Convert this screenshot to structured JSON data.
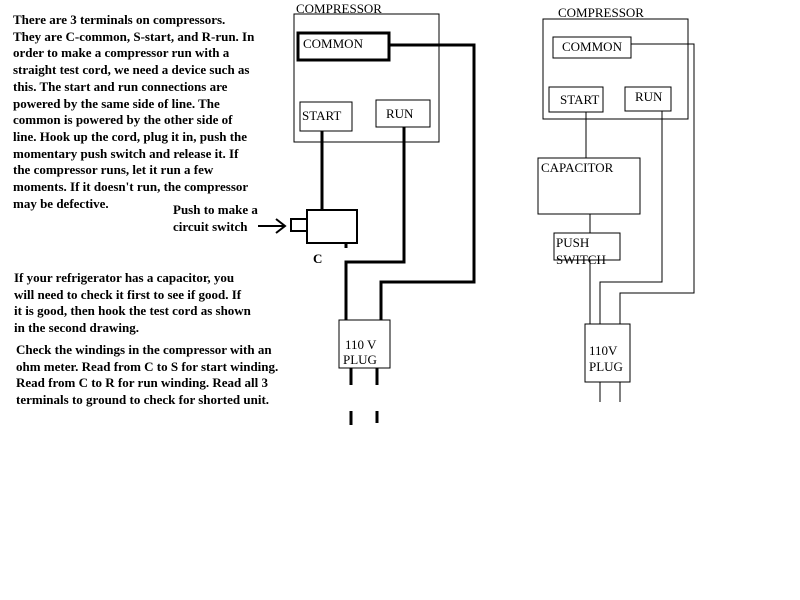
{
  "description_lines": [
    "There are 3 terminals on compressors.",
    "They are C-common, S-start, and R-run. In",
    "order to make a compressor run with a",
    "straight test cord, we need a device such as",
    "this. The start and run connections are",
    "powered by the same side of line. The",
    "common is powered by the other side of",
    "line. Hook up the cord, plug it in, push the",
    "momentary push switch and release it. If",
    "the compressor runs, let it run a few",
    "moments. If it doesn't run, the compressor",
    "may be defective."
  ],
  "push_note_lines": [
    "Push to make a",
    "circuit switch"
  ],
  "switch_label": "C",
  "capacitor_lines": [
    "If your refrigerator has a capacitor, you",
    "will need to check it first to see if good. If",
    "it is good, then hook the test cord as shown",
    "in the second drawing."
  ],
  "winding_lines": [
    "Check the windings in the compressor with an",
    "ohm meter. Read from C to S for start winding.",
    "Read from C to R for run winding. Read all 3",
    "terminals to ground to check for shorted unit."
  ],
  "diagram1": {
    "compressor_label": "COMPRESSOR",
    "common_label": "COMMON",
    "start_label": "START",
    "run_label": "RUN",
    "plug_line1": "110 V",
    "plug_line2": "PLUG"
  },
  "diagram2": {
    "compressor_label": "COMPRESSOR",
    "common_label": "COMMON",
    "start_label": "START",
    "run_label": "RUN",
    "capacitor_label": "CAPACITOR",
    "switch_line1": "PUSH",
    "switch_line2": "SWITCH",
    "plug_line1": "110V",
    "plug_line2": "PLUG"
  }
}
